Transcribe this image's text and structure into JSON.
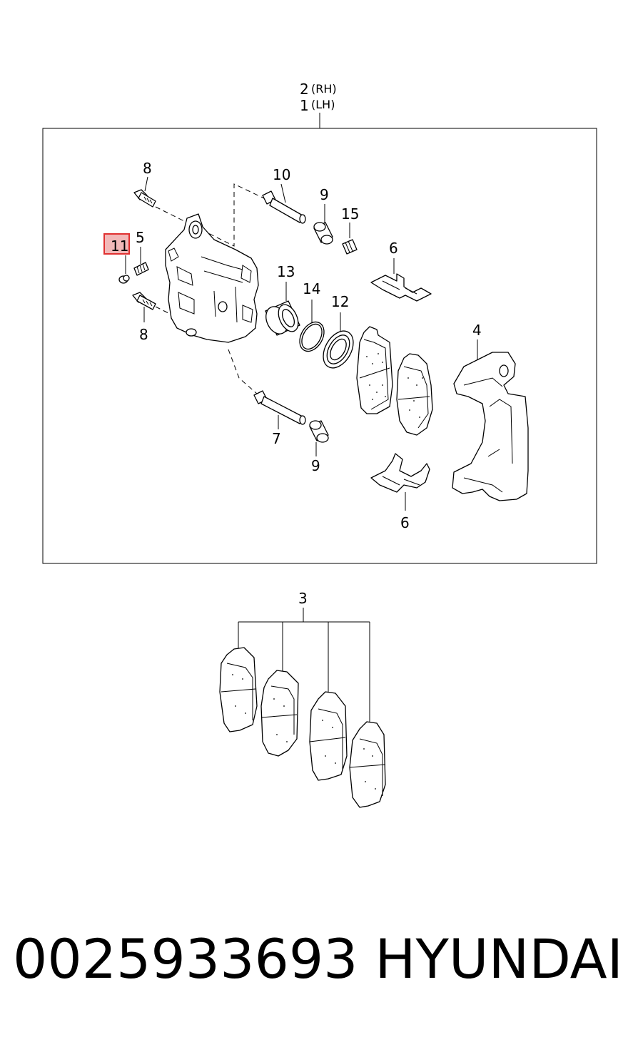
{
  "assembly": {
    "label_rh": "2",
    "label_rh_side": "(RH)",
    "label_lh": "1",
    "label_lh_side": "(LH)"
  },
  "callouts": {
    "bolt_top": "8",
    "bolt_bottom": "8",
    "guide_pin_top": "10",
    "boot_top": "9",
    "boot_bottom": "9",
    "bleeder_cap": "15",
    "clip_top": "6",
    "clip_bottom": "6",
    "highlighted_part": "11",
    "bleeder_screw": "5",
    "piston": "13",
    "piston_seal": "14",
    "dust_boot": "12",
    "carrier": "4",
    "guide_pin_bottom": "7",
    "pad_kit": "3"
  },
  "highlight_color": "#e03030",
  "footer": {
    "part_number": "0025933693",
    "brand": "HYUNDAI"
  }
}
